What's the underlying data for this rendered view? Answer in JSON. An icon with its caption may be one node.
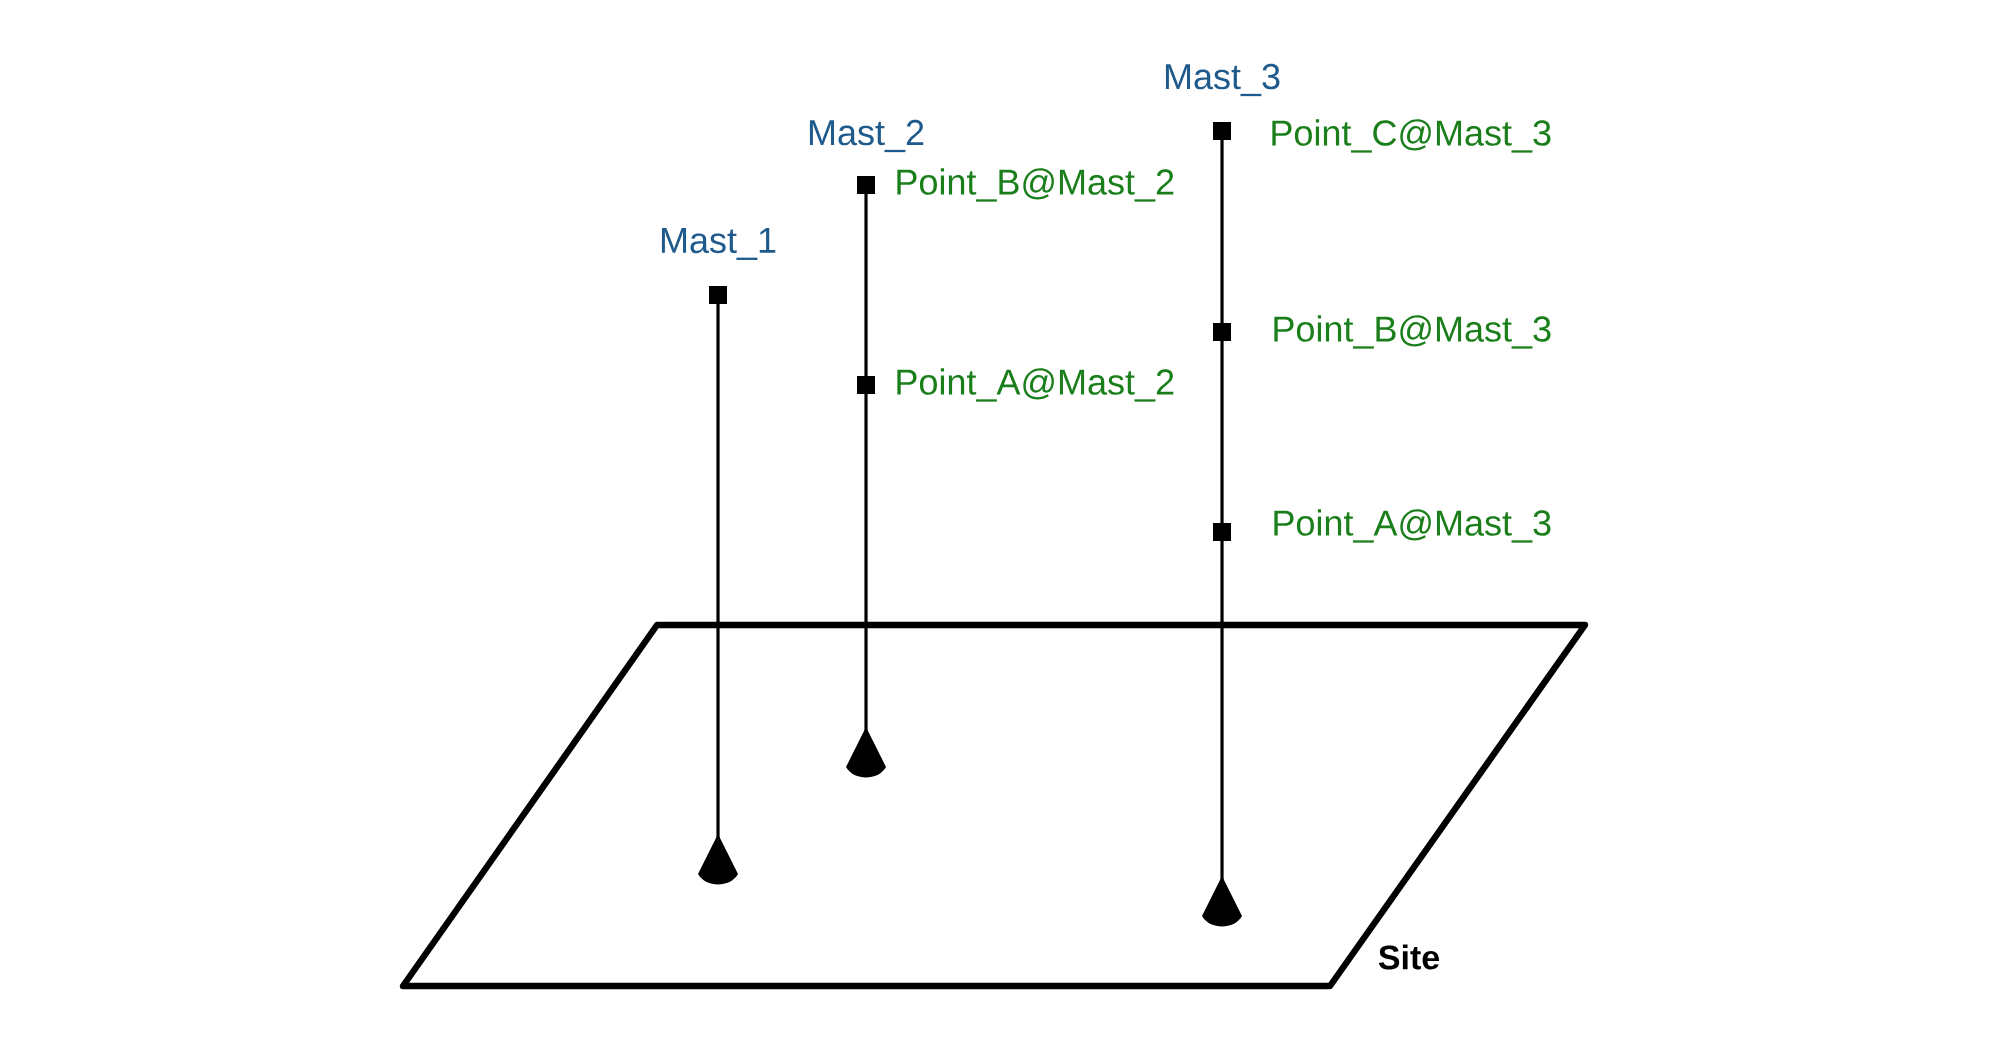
{
  "diagram": {
    "nodes": [
      {
        "text": [
          "Mast_1"
        ]
      },
      {
        "text": [
          "Mast_2"
        ]
      },
      {
        "text": [],
        "shape": "box",
        "in": 1
      },
      {
        "text": [],
        "shape": "box",
        "in": 1
      },
      {
        "text": [
          "Mast_3"
        ]
      },
      {
        "text": [],
        "shape": "box",
        "in": 4
      },
      {
        "text": [],
        "shape": "box",
        "in": 4
      },
      {
        "text": [],
        "shape": "box",
        "in": 4
      },
      {
        "text": [
          "Site"
        ]
      }
    ],
    "labels": [
      "Point_C@Mast_3",
      "Point_B@Mast_2",
      "Point_B@Mast_3",
      "Point_A@Mast_2",
      "Point_A@Mast_3"
    ]
  }
}
